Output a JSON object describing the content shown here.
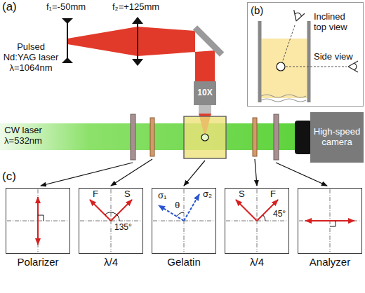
{
  "diagram": {
    "nodes": [
      {
        "text": [
          "(b)",
          "Inclined top view",
          "Side view"
        ]
      },
      {
        "text": [
          "10X"
        ]
      },
      {
        "text": [
          "High-speed camera"
        ]
      },
      {
        "text": [
          "Polarizer"
        ]
      },
      {
        "text": [
          "λ/4",
          "F",
          "S",
          "135°"
        ]
      },
      {
        "text": [
          "Gelatin",
          "σ₁",
          "σ₂",
          "θ"
        ]
      },
      {
        "text": [
          "λ/4",
          "S",
          "F",
          "45°"
        ]
      },
      {
        "text": [
          "Analyzer"
        ]
      }
    ],
    "labels": [
      "(a)",
      "f₁=-50mm",
      "f₂=+125mm",
      "Pulsed Nd:YAG laser λ=1064nm",
      "CW laser λ=532nm",
      "(c)"
    ]
  }
}
